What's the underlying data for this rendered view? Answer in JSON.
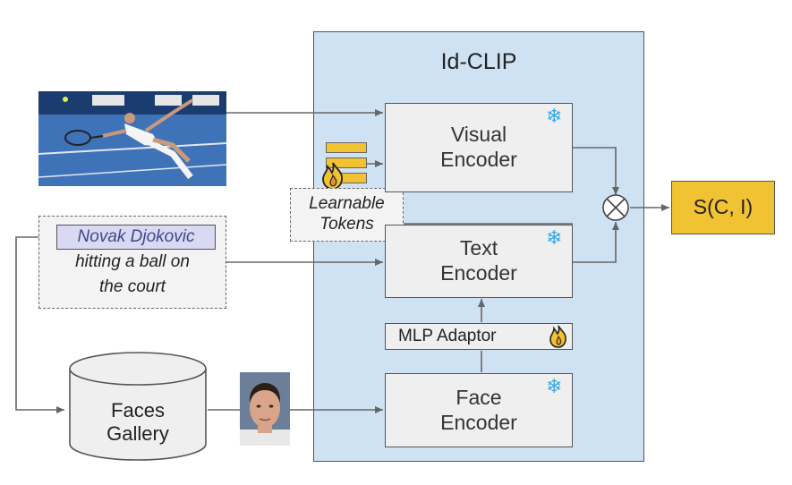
{
  "container_title": "Id-CLIP",
  "visual_encoder": {
    "line1": "Visual",
    "line2": "Encoder"
  },
  "text_encoder": {
    "line1": "Text",
    "line2": "Encoder"
  },
  "face_encoder": {
    "line1": "Face",
    "line2": "Encoder"
  },
  "mlp_adaptor": "MLP Adaptor",
  "learnable_tokens": {
    "line1": "Learnable",
    "line2": "Tokens"
  },
  "caption": {
    "name": "Novak Djokovic",
    "line2": "hitting a ball on",
    "line3": "the court"
  },
  "faces_gallery": {
    "line1": "Faces",
    "line2": "Gallery"
  },
  "score": "S(C, I)",
  "icons": {
    "frozen": "snowflake-icon",
    "trainable": "flame-icon",
    "combine": "circle-times-icon"
  },
  "colors": {
    "container_fill": "#cfe2f3",
    "encoder_fill": "#efefef",
    "score_fill": "#f1c232",
    "name_highlight": "#d9d9f3"
  }
}
